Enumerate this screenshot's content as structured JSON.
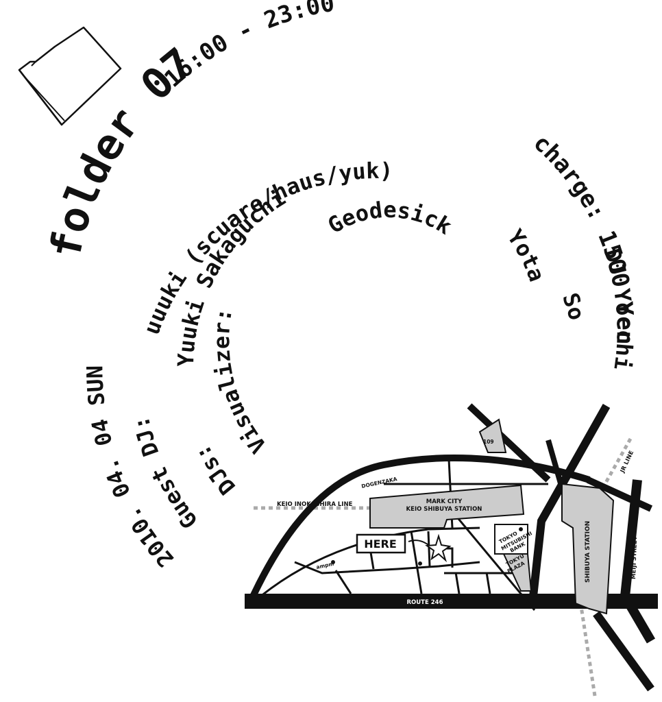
{
  "flyer": {
    "title": "folder 07",
    "time": "16:00 - 23:00",
    "charge": "charge: 1500 Yen",
    "date": "2010. 04. 04 SUN",
    "guest_dj_label": "Guest DJ:",
    "guest_dj_name": "uuuki (scuare/haus/yuk)",
    "djs_label": "DJs:",
    "djs_names_1": "Yuuki Sakaguchi",
    "djs_names_2": "DJ Yocchi",
    "dj_so": "So",
    "visualizer_label": "Visualizer:",
    "dj_yota": "Yota",
    "visualizer_name": "Geodesick"
  },
  "map": {
    "here": "HERE",
    "dogenzaka": "DOGENZAKA",
    "shop_109": "109",
    "jr_line": "JR LINE",
    "keio_line": "KEIO INOKASHIRA LINE",
    "mark_city_1": "MARK CITY",
    "mark_city_2": "KEIO SHIBUYA STATION",
    "tokyo_bank_1": "TOKYO",
    "tokyo_bank_2": "MITSUBISHI",
    "tokyo_bank_3": "BANK",
    "tokyu_plaza_1": "TOKYU",
    "tokyu_plaza_2": "PLAZA",
    "ampm": "ampm",
    "route": "ROUTE 246",
    "station": "SHIBUYA STATION",
    "meiji": "MEIJI STREET"
  }
}
